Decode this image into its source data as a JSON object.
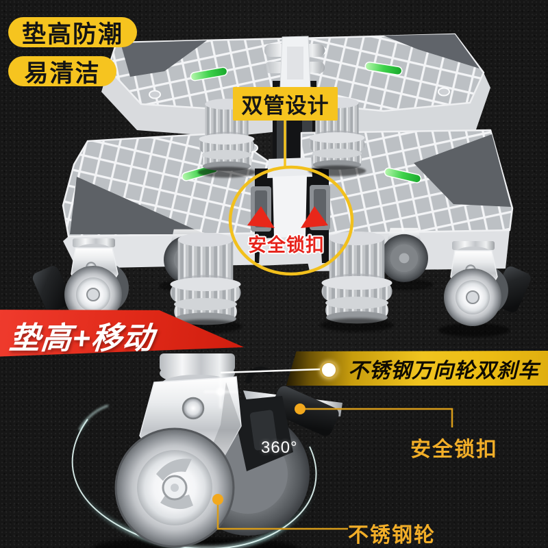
{
  "header_badges": {
    "badge_moisture": "垫高防潮",
    "badge_clean": "易清洁"
  },
  "product_annotations": {
    "double_tube_label": "双管设计",
    "safety_lock_label": "安全锁扣"
  },
  "section_banner": {
    "label": "垫高+移动"
  },
  "wheel_annotations": {
    "feature_banner": "不锈钢万向轮双刹车",
    "safety_lock_label": "安全锁扣",
    "wheel_material_label": "不锈钢轮",
    "rotation_label": "360°"
  },
  "colors": {
    "accent_yellow": "#f6c41f",
    "accent_red": "#e6231b",
    "gold_text": "#f2ae28",
    "banner_red": "#e02918",
    "background": "#161616"
  }
}
